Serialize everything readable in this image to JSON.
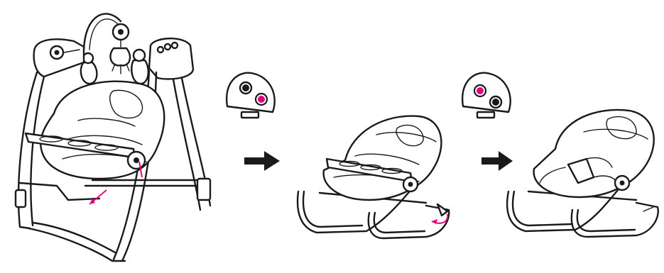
{
  "colors": {
    "line": "#1a1a1a",
    "accent": "#e6007e",
    "knob_dark": "#1a1a1a",
    "background": "#ffffff"
  },
  "steps": [
    {
      "name": "swing-mode",
      "indicator": null
    },
    {
      "name": "bouncer-with-tray",
      "indicator": {
        "top_left": "dark",
        "bottom_right": "accent"
      }
    },
    {
      "name": "bouncer-without-tray",
      "indicator": {
        "top_left": "accent",
        "bottom_right": "dark"
      }
    }
  ],
  "arrows": [
    "arrow-right-icon",
    "arrow-right-icon"
  ]
}
